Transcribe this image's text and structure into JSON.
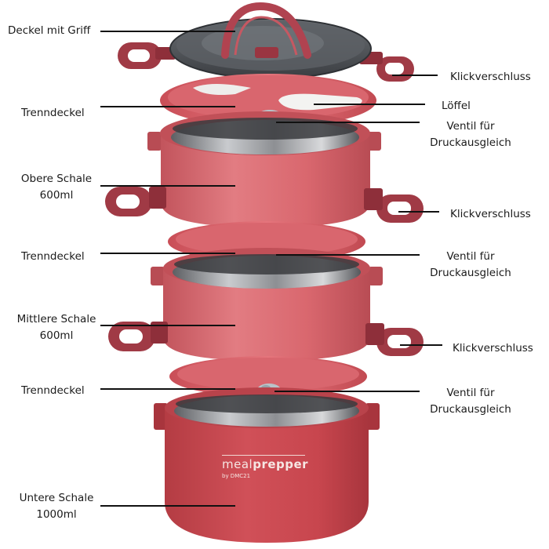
{
  "labels": {
    "lid": "Deckel mit Griff",
    "divider_1": "Trenndeckel",
    "upper_bowl": [
      "Obere Schale",
      "600ml"
    ],
    "divider_2": "Trenndeckel",
    "middle_bowl": [
      "Mittlere Schale",
      "600ml"
    ],
    "divider_3": "Trenndeckel",
    "lower_bowl": [
      "Untere Schale",
      "1000ml"
    ],
    "clip_1": "Klickverschluss",
    "spoon": "Löffel",
    "valve_1": [
      "Ventil für",
      "Druckausgleich"
    ],
    "clip_2": "Klickverschluss",
    "valve_2": [
      "Ventil für",
      "Druckausgleich"
    ],
    "clip_3": "Klickverschluss",
    "valve_3": [
      "Ventil für",
      "Druckausgleich"
    ]
  },
  "brand": {
    "name_light": "meal",
    "name_bold": "prepper",
    "sub": "by DMC21"
  },
  "colors": {
    "body": "#d9636a",
    "body_dark": "#b94d55",
    "lower_body": "#c9454c",
    "handle": "#a03a45",
    "lid_glass": "#4a4d52",
    "steel": "#8d8f93",
    "valve": "#b9c3c9",
    "leader_line": "#111111"
  }
}
